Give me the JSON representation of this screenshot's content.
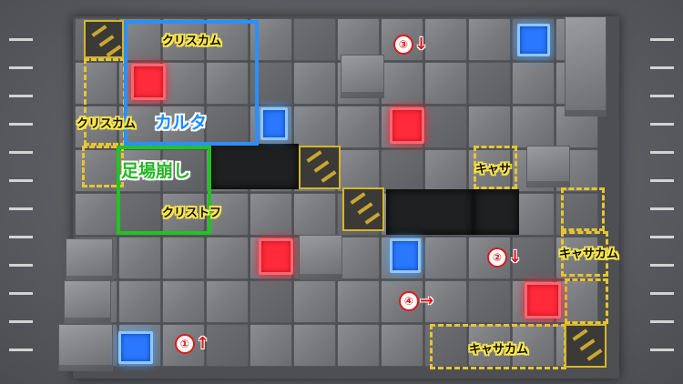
{
  "colors": {
    "red_cube": "#ff2a3a",
    "blue_cube": "#2a78ff",
    "hazard": "#e8c431",
    "kaarta_box": "#2b8fff",
    "scaffold_box": "#22c322",
    "step_number": "#e01818"
  },
  "labels": {
    "kurisukamu_top": "クリスカム",
    "kurisukamu_left": "クリスカム",
    "karuta": "カルタ",
    "ashiba_kuzushi": "足場崩し",
    "kurisutofu": "クリストフ",
    "kyasa": "キャサ",
    "kyasakamu_right": "キャサカム",
    "kyasakamu_bottom": "キャサカム"
  },
  "steps": [
    {
      "number": "①",
      "arrow": "↑"
    },
    {
      "number": "②",
      "arrow": "↓"
    },
    {
      "number": "③",
      "arrow": "↓"
    },
    {
      "number": "④",
      "arrow": "→"
    }
  ],
  "icons": {
    "red_cube": "red-cube-icon",
    "blue_cube": "blue-cube-icon",
    "arrow": "arrow-icon"
  }
}
